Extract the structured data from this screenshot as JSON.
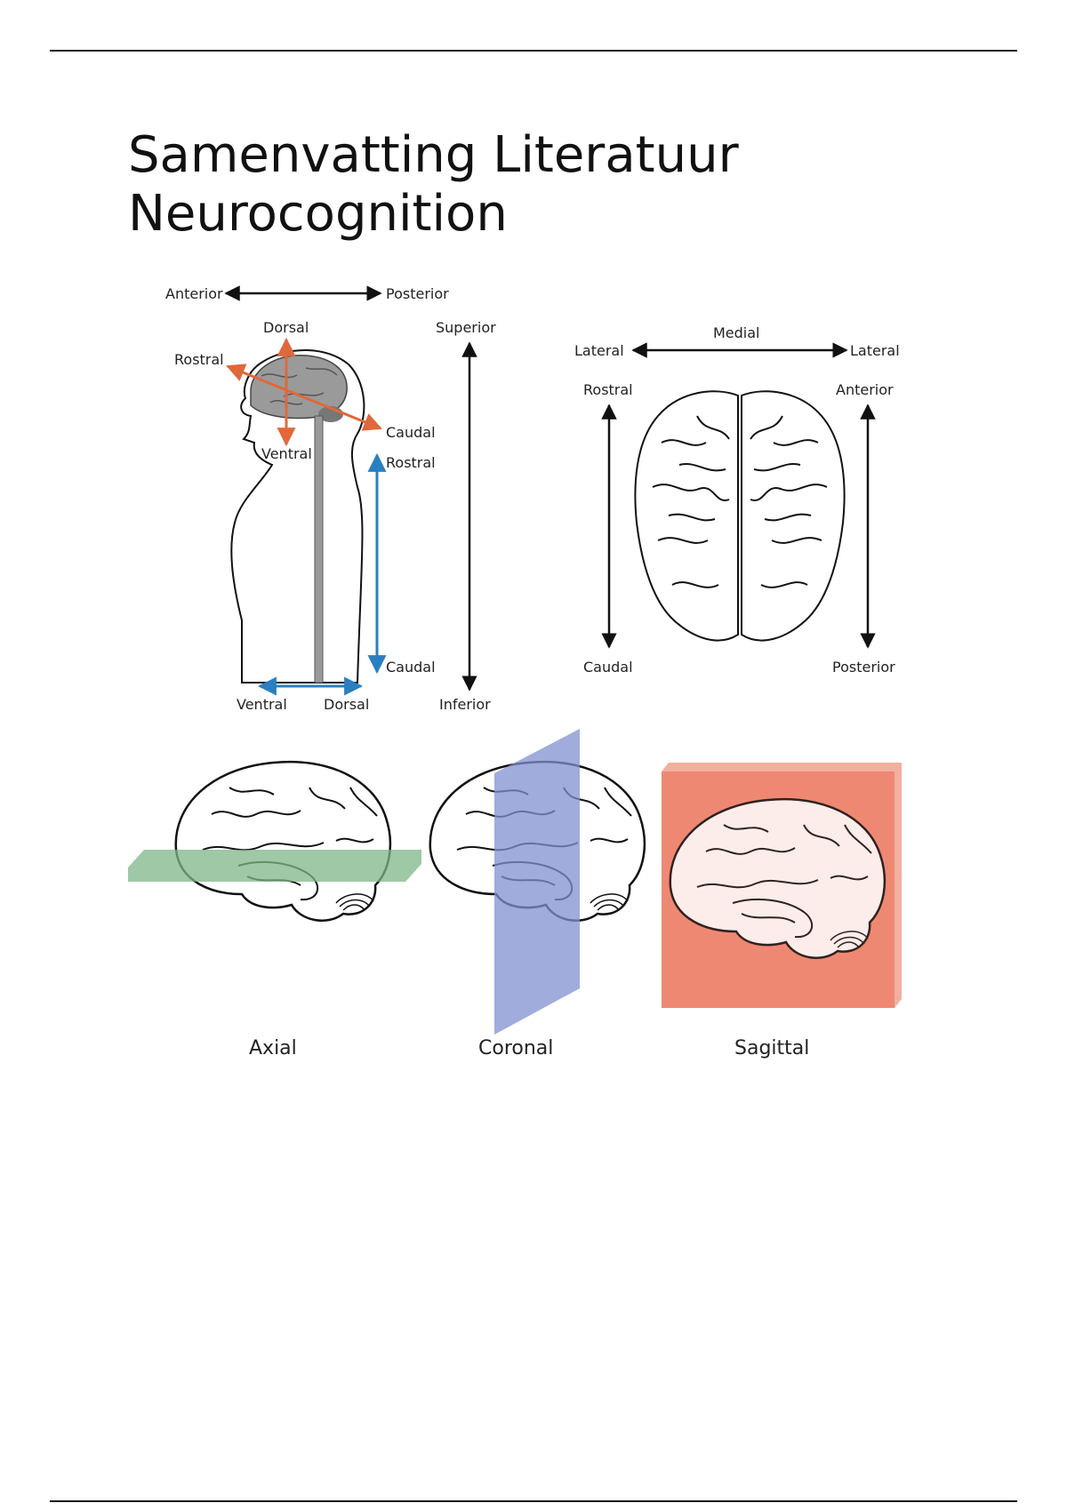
{
  "document": {
    "title_line1": "Samenvatting Literatuur",
    "title_line2": "Neurocognition"
  },
  "figure_orientation": {
    "side_view": {
      "anterior": "Anterior",
      "posterior": "Posterior",
      "dorsal_head": "Dorsal",
      "ventral_head": "Ventral",
      "rostral_head": "Rostral",
      "caudal_head": "Caudal",
      "superior": "Superior",
      "inferior": "Inferior",
      "rostral_spine": "Rostral",
      "caudal_spine": "Caudal",
      "ventral_bottom": "Ventral",
      "dorsal_bottom": "Dorsal"
    },
    "top_view": {
      "medial": "Medial",
      "lateral_left": "Lateral",
      "lateral_right": "Lateral",
      "rostral": "Rostral",
      "caudal": "Caudal",
      "anterior": "Anterior",
      "posterior": "Posterior"
    },
    "colors": {
      "head_axes": "#e0683a",
      "spine_axes": "#2a7fc0",
      "neutral_axes": "#111111"
    }
  },
  "figure_planes": {
    "axial": "Axial",
    "coronal": "Coronal",
    "sagittal": "Sagittal",
    "colors": {
      "axial_plane": "#7fb58a",
      "coronal_plane": "#8090d0",
      "sagittal_plane": "#ef8872"
    }
  }
}
